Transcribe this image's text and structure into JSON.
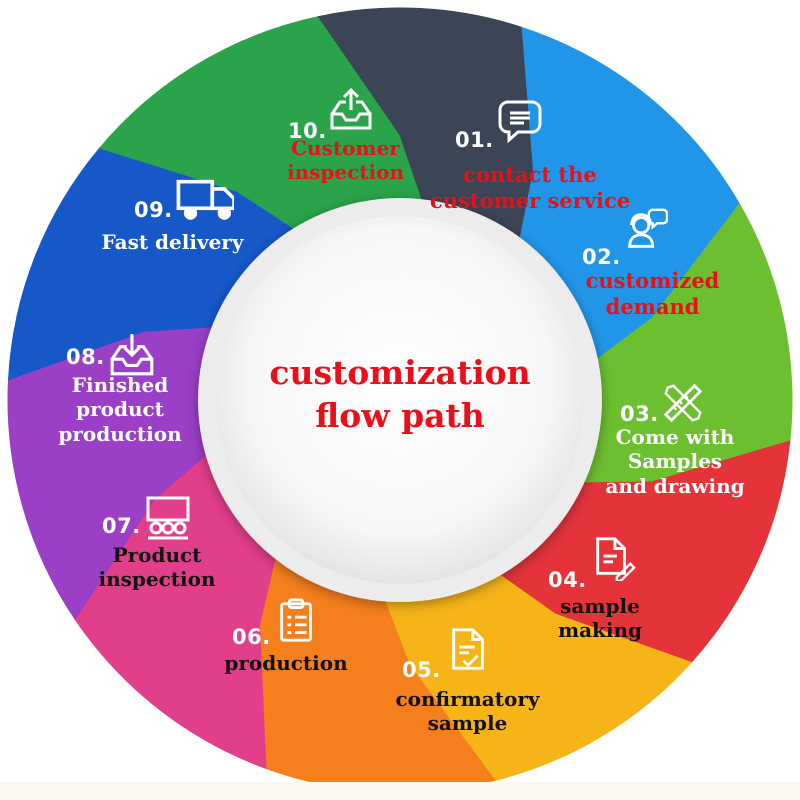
{
  "center": {
    "lines": [
      "customization",
      "flow path"
    ],
    "color": "#e8101a"
  },
  "steps": [
    {
      "number": "01.",
      "icon": "chat-bubble-icon",
      "lines": [
        "contact the",
        "customer service"
      ],
      "segment_color": "#2196e8",
      "text_color": "#e8101a"
    },
    {
      "number": "02.",
      "icon": "customer-service-icon",
      "lines": [
        "customized",
        "demand"
      ],
      "segment_color": "#6cbf2e",
      "text_color": "#e8101a"
    },
    {
      "number": "03.",
      "icon": "ruler-pencil-icon",
      "lines": [
        "Come with",
        "Samples",
        "and drawing"
      ],
      "segment_color": "#e5333a",
      "text_color": "#ffffff"
    },
    {
      "number": "04.",
      "icon": "document-edit-icon",
      "lines": [
        "sample",
        "making"
      ],
      "segment_color": "#f6b418",
      "text_color": "#111111"
    },
    {
      "number": "05.",
      "icon": "document-check-icon",
      "lines": [
        "confirmatory",
        "sample"
      ],
      "segment_color": "#f57f1c",
      "text_color": "#111111"
    },
    {
      "number": "06.",
      "icon": "clipboard-list-icon",
      "lines": [
        "production"
      ],
      "segment_color": "#e23f8a",
      "text_color": "#111111"
    },
    {
      "number": "07.",
      "icon": "team-icon",
      "lines": [
        "Product",
        "inspection"
      ],
      "segment_color": "#9a3fc6",
      "text_color": "#111111"
    },
    {
      "number": "08.",
      "icon": "inbox-download-icon",
      "lines": [
        "Finished",
        "product",
        "production"
      ],
      "segment_color": "#1658c8",
      "text_color": "#ffffff"
    },
    {
      "number": "09.",
      "icon": "delivery-truck-icon",
      "lines": [
        "Fast delivery"
      ],
      "segment_color": "#2aa34a",
      "text_color": "#ffffff"
    },
    {
      "number": "10.",
      "icon": "inbox-upload-icon",
      "lines": [
        "Customer",
        "inspection"
      ],
      "segment_color": "#3b4556",
      "text_color": "#e8101a"
    }
  ]
}
